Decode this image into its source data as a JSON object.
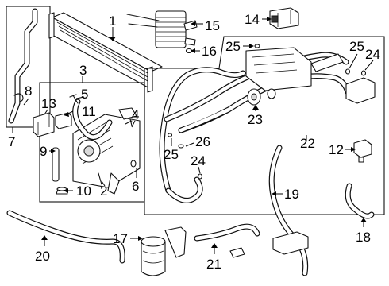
{
  "diagram": {
    "callouts": {
      "c1": "1",
      "c2": "2",
      "c3": "3",
      "c4": "4",
      "c5": "5",
      "c6": "6",
      "c7": "7",
      "c8": "8",
      "c9": "9",
      "c10": "10",
      "c11": "11",
      "c12": "12",
      "c13": "13",
      "c14": "14",
      "c15": "15",
      "c16": "16",
      "c17": "17",
      "c18": "18",
      "c19": "19",
      "c20": "20",
      "c21": "21",
      "c22": "22",
      "c23": "23",
      "c24a": "24",
      "c24b": "24",
      "c25a": "25",
      "c25b": "25",
      "c25c": "25",
      "c26": "26"
    }
  }
}
